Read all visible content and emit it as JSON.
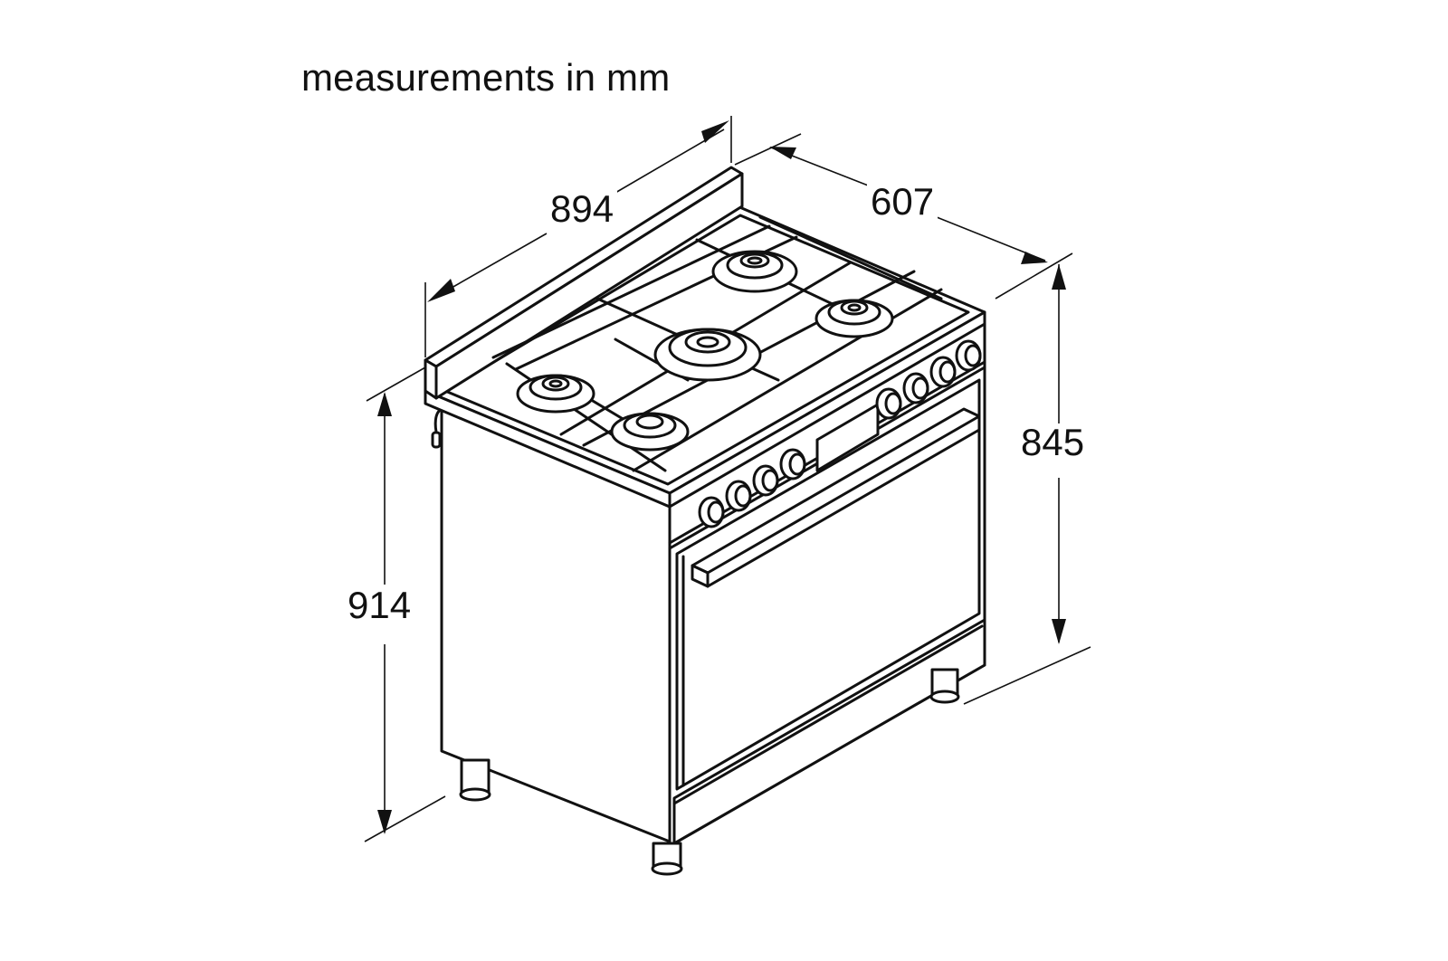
{
  "diagram": {
    "caption": "measurements in mm",
    "subject": "Freestanding gas range cooker with 5 burners, oven and storage drawer",
    "dimensions": {
      "width": "894",
      "depth": "607",
      "height_to_cooktop": "845",
      "total_height": "914"
    },
    "components": {
      "burners": 5,
      "control_knobs": 8,
      "display_panel": 1,
      "oven_door_handle": 1,
      "drawer": 1,
      "feet": 4
    },
    "colors": {
      "line": "#111111",
      "background": "#ffffff"
    }
  }
}
